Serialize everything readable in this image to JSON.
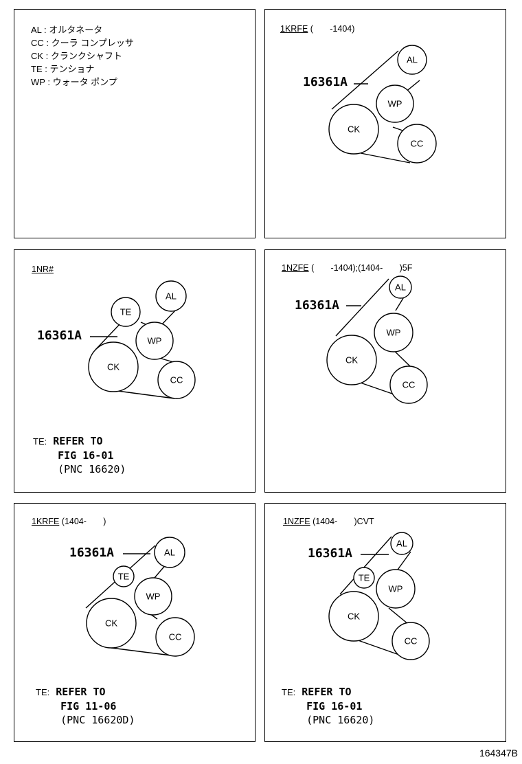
{
  "legend": [
    {
      "code": "AL",
      "name": "オルタネータ"
    },
    {
      "code": "CC",
      "name": "クーラ コンプレッサ"
    },
    {
      "code": "CK",
      "name": "クランクシャフト"
    },
    {
      "code": "TE",
      "name": "テンショナ"
    },
    {
      "code": "WP",
      "name": "ウォータ ポンプ"
    }
  ],
  "panels": {
    "p2": {
      "engine": "1KRFE",
      "range": "(       -1404)",
      "part": "16361A"
    },
    "p3": {
      "engine": "1NR#",
      "part": "16361A",
      "note": {
        "prefix": "TE:",
        "l1": "REFER TO",
        "l2": "FIG 16-01",
        "l3": "(PNC 16620)"
      }
    },
    "p4": {
      "engine": "1NZFE",
      "range": "(       -1404);(1404-       )5F",
      "part": "16361A"
    },
    "p5": {
      "engine": "1KRFE",
      "range": "(1404-       )",
      "part": "16361A",
      "note": {
        "prefix": "TE:",
        "l1": "REFER TO",
        "l2": "FIG 11-06",
        "l3": "(PNC 16620D)"
      }
    },
    "p6": {
      "engine": "1NZFE",
      "range": "(1404-       )CVT",
      "part": "16361A",
      "note": {
        "prefix": "TE:",
        "l1": "REFER TO",
        "l2": "FIG 16-01",
        "l3": "(PNC 16620)"
      }
    }
  },
  "pulley_labels": {
    "al": "AL",
    "cc": "CC",
    "ck": "CK",
    "te": "TE",
    "wp": "WP"
  },
  "figure_id": "164347B"
}
